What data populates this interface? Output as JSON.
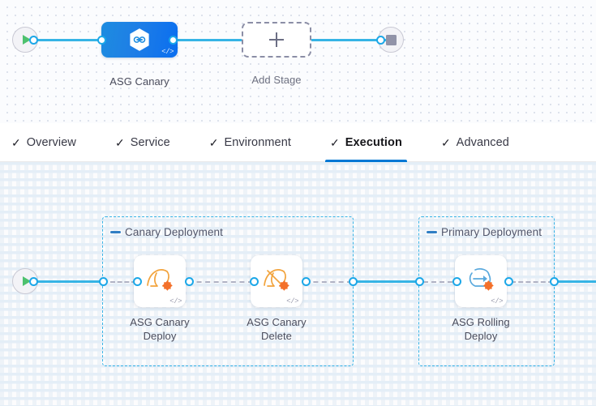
{
  "stage_canvas": {
    "start_node": {
      "name": "pipeline-start",
      "icon": "play-icon"
    },
    "end_node": {
      "name": "pipeline-end",
      "icon": "stop-icon"
    },
    "stages": [
      {
        "label": "ASG Canary",
        "icon": "harness-hexagon-icon",
        "code_badge": "</>",
        "selected": true
      }
    ],
    "add_stage": {
      "label": "Add Stage",
      "icon": "plus-icon"
    }
  },
  "tabs": [
    {
      "label": "Overview",
      "icon": "check-icon",
      "active": false
    },
    {
      "label": "Service",
      "icon": "check-icon",
      "active": false
    },
    {
      "label": "Environment",
      "icon": "check-icon",
      "active": false
    },
    {
      "label": "Execution",
      "icon": "check-icon",
      "active": true
    },
    {
      "label": "Advanced",
      "icon": "check-icon",
      "active": false
    }
  ],
  "execution_canvas": {
    "start_node": {
      "name": "execution-start",
      "icon": "play-icon"
    },
    "groups": [
      {
        "title": "Canary Deployment",
        "collapse_icon": "collapse-dash-icon",
        "steps": [
          {
            "label_line1": "ASG Canary",
            "label_line2": "Deploy",
            "icon": "asg-canary-deploy-icon",
            "code_badge": "</>"
          },
          {
            "label_line1": "ASG Canary",
            "label_line2": "Delete",
            "icon": "asg-canary-delete-icon",
            "code_badge": "</>"
          }
        ]
      },
      {
        "title": "Primary Deployment",
        "collapse_icon": "collapse-dash-icon",
        "steps": [
          {
            "label_line1": "ASG Rolling",
            "label_line2": "Deploy",
            "icon": "asg-rolling-deploy-icon",
            "code_badge": "</>"
          }
        ]
      }
    ]
  },
  "colors": {
    "link_blue": "#36b4e5",
    "dot_blue": "#1ba7e8",
    "active_tab_blue": "#0278d4",
    "group_border_blue": "#37b3e6",
    "stage_blue": "#1d8ce0",
    "play_green": "#4dc16e",
    "stop_gray": "#9193a8",
    "aws_orange": "#f2a33c",
    "accent_orange": "#f3702a"
  }
}
